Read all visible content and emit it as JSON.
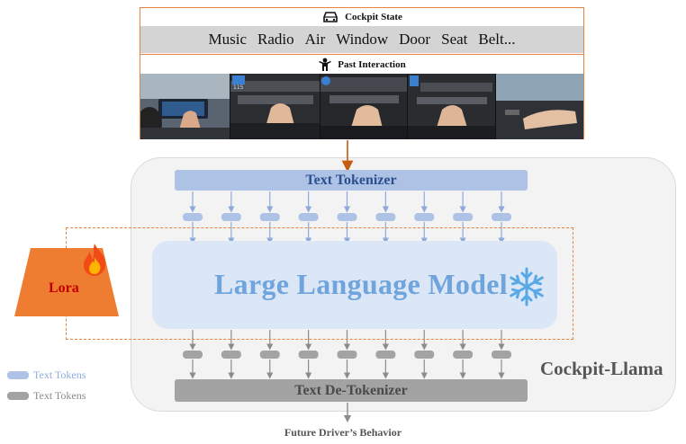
{
  "input_panel": {
    "cockpit_state_title": "Cockpit State",
    "state_items": [
      "Music",
      "Radio",
      "Air",
      "Window",
      "Door",
      "Seat",
      "Belt..."
    ],
    "past_interaction_title": "Past Interaction",
    "photos": [
      {
        "icon": "touchscreen-photo"
      },
      {
        "icon": "console-button-photo",
        "badge": "115"
      },
      {
        "icon": "climate-control-photo"
      },
      {
        "icon": "temperature-knob-photo"
      },
      {
        "icon": "seat-adjust-photo"
      }
    ],
    "border_color": "#e8823f"
  },
  "model": {
    "tokenizer_label": "Text Tokenizer",
    "llm_label": "Large Language Model",
    "detokenizer_label": "Text De-Tokenizer",
    "container_label": "Cockpit-Llama",
    "lora_label": "Lora",
    "frozen_icon": "snowflake-icon",
    "trainable_icon": "flame-icon",
    "token_count": 9
  },
  "legend": {
    "blue_label": "Text Tokens",
    "gray_label": "Text Tokens"
  },
  "output_label": "Future Driver’s Behavior",
  "colors": {
    "accent_orange": "#e8823f",
    "token_blue": "#aec2e6",
    "token_gray": "#a3a3a3",
    "llm_text": "#6fa4dc",
    "lora_fill": "#ee7d31",
    "lora_text": "#c00000"
  }
}
